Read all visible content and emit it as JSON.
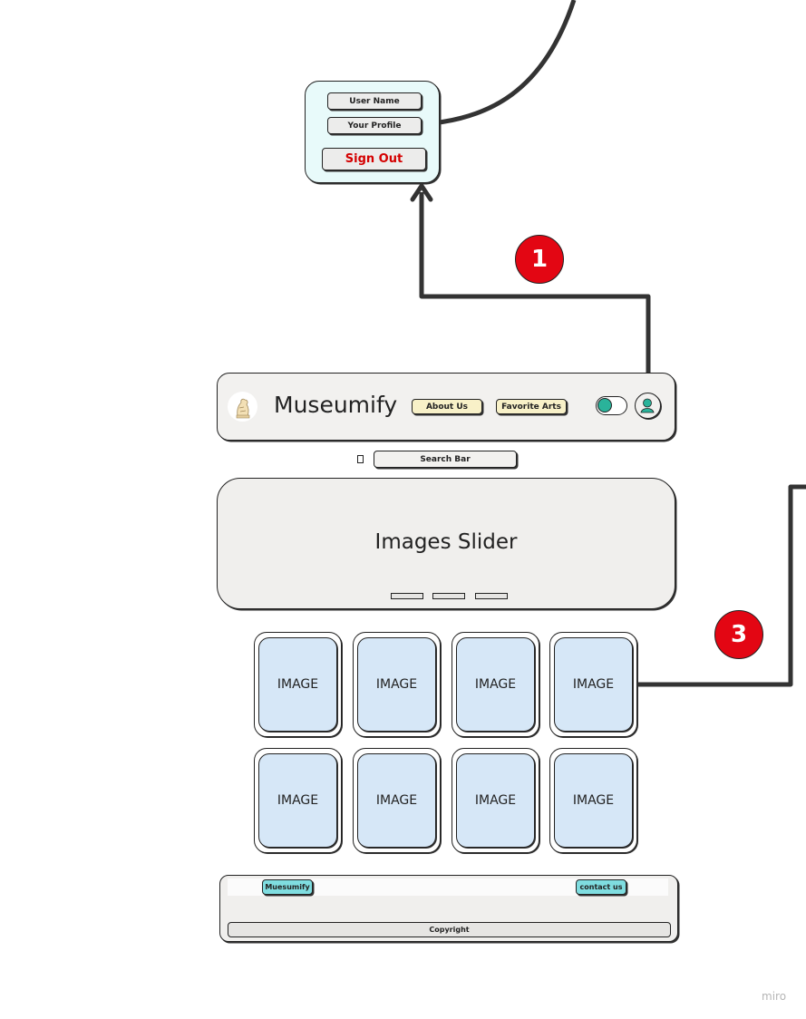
{
  "profile_menu": {
    "user_name": "User Name",
    "your_profile": "Your Profile",
    "sign_out": "Sign Out"
  },
  "navbar": {
    "brand": "Museumify",
    "about_us": "About Us",
    "favorite_arts": "Favorite Arts"
  },
  "search": {
    "label": "Search Bar"
  },
  "slider": {
    "title": "Images Slider",
    "indicator_count": 3
  },
  "gallery": {
    "rows": [
      [
        "IMAGE",
        "IMAGE",
        "IMAGE",
        "IMAGE"
      ],
      [
        "IMAGE",
        "IMAGE",
        "IMAGE",
        "IMAGE"
      ]
    ]
  },
  "footer": {
    "brand": "Muesumify",
    "contact": "contact us",
    "copyright": "Copyright"
  },
  "annotations": {
    "step_1": "1",
    "step_3": "3"
  },
  "watermark": "miro",
  "colors": {
    "menu_bg": "#e8fafa",
    "nav_button": "#f8f1c8",
    "image_fill": "#d6e7f7",
    "footer_button": "#7fdde0",
    "badge": "#e30613",
    "sign_out_text": "#d40000",
    "toggle_knob": "#2ab39a"
  }
}
